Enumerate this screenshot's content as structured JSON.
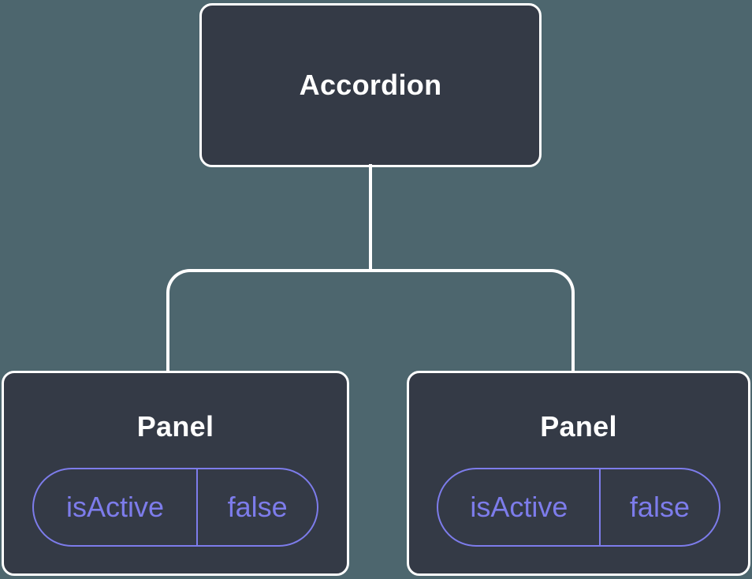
{
  "colors": {
    "background": "#4d666e",
    "node_fill": "#343a46",
    "node_border": "#ffffff",
    "accent": "#7d7ceb",
    "title_text": "#ffffff"
  },
  "tree": {
    "root": {
      "label": "Accordion"
    },
    "children": [
      {
        "title": "Panel",
        "state_key": "isActive",
        "state_value": "false"
      },
      {
        "title": "Panel",
        "state_key": "isActive",
        "state_value": "false"
      }
    ]
  }
}
